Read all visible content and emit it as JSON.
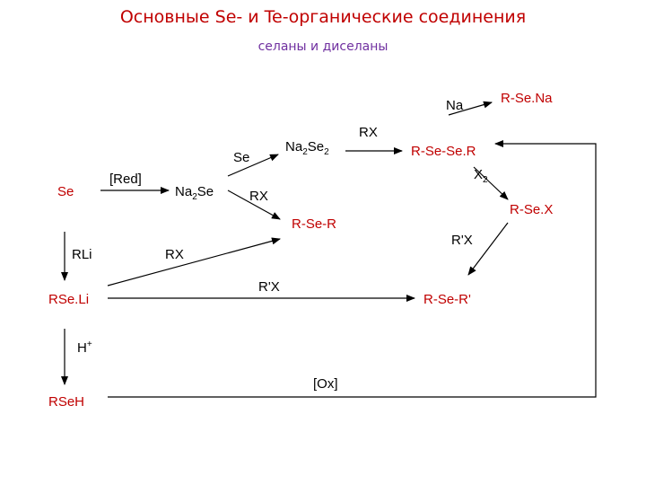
{
  "header": {
    "title": "Основные Se- и Te-органические соединения",
    "subtitle": "селаны и диселаны"
  },
  "colors": {
    "compound": "#c00000",
    "reagent": "#000000",
    "title": "#c00000",
    "subtitle": "#7030a0"
  },
  "compounds": {
    "se": "Se",
    "rseli": "RSe.Li",
    "rseh": "RSeH",
    "rser": "R-Se-R",
    "rsesr": "R-Se-Se.R",
    "rsena": "R-Se.Na",
    "rsex": "R-Se.X",
    "rser_prime": "R-Se-R'"
  },
  "reagents": {
    "red": "[Red]",
    "rli": "RLi",
    "h_base": "H",
    "h_sup": "+",
    "rx_left": "RX",
    "na2se_a": "Na",
    "na2se_sub": "2",
    "na2se_b": "Se",
    "se_small": "Se",
    "na2se2_a": "Na",
    "na2se2_sub1": "2",
    "na2se2_b": "Se",
    "na2se2_sub2": "2",
    "rx_top": "RX",
    "rx_mid": "RX",
    "na": "Na",
    "x2_base": "X",
    "x2_sub": "2",
    "rpx_right": "R'X",
    "rpx_mid": "R'X",
    "ox": "[Ox]"
  }
}
